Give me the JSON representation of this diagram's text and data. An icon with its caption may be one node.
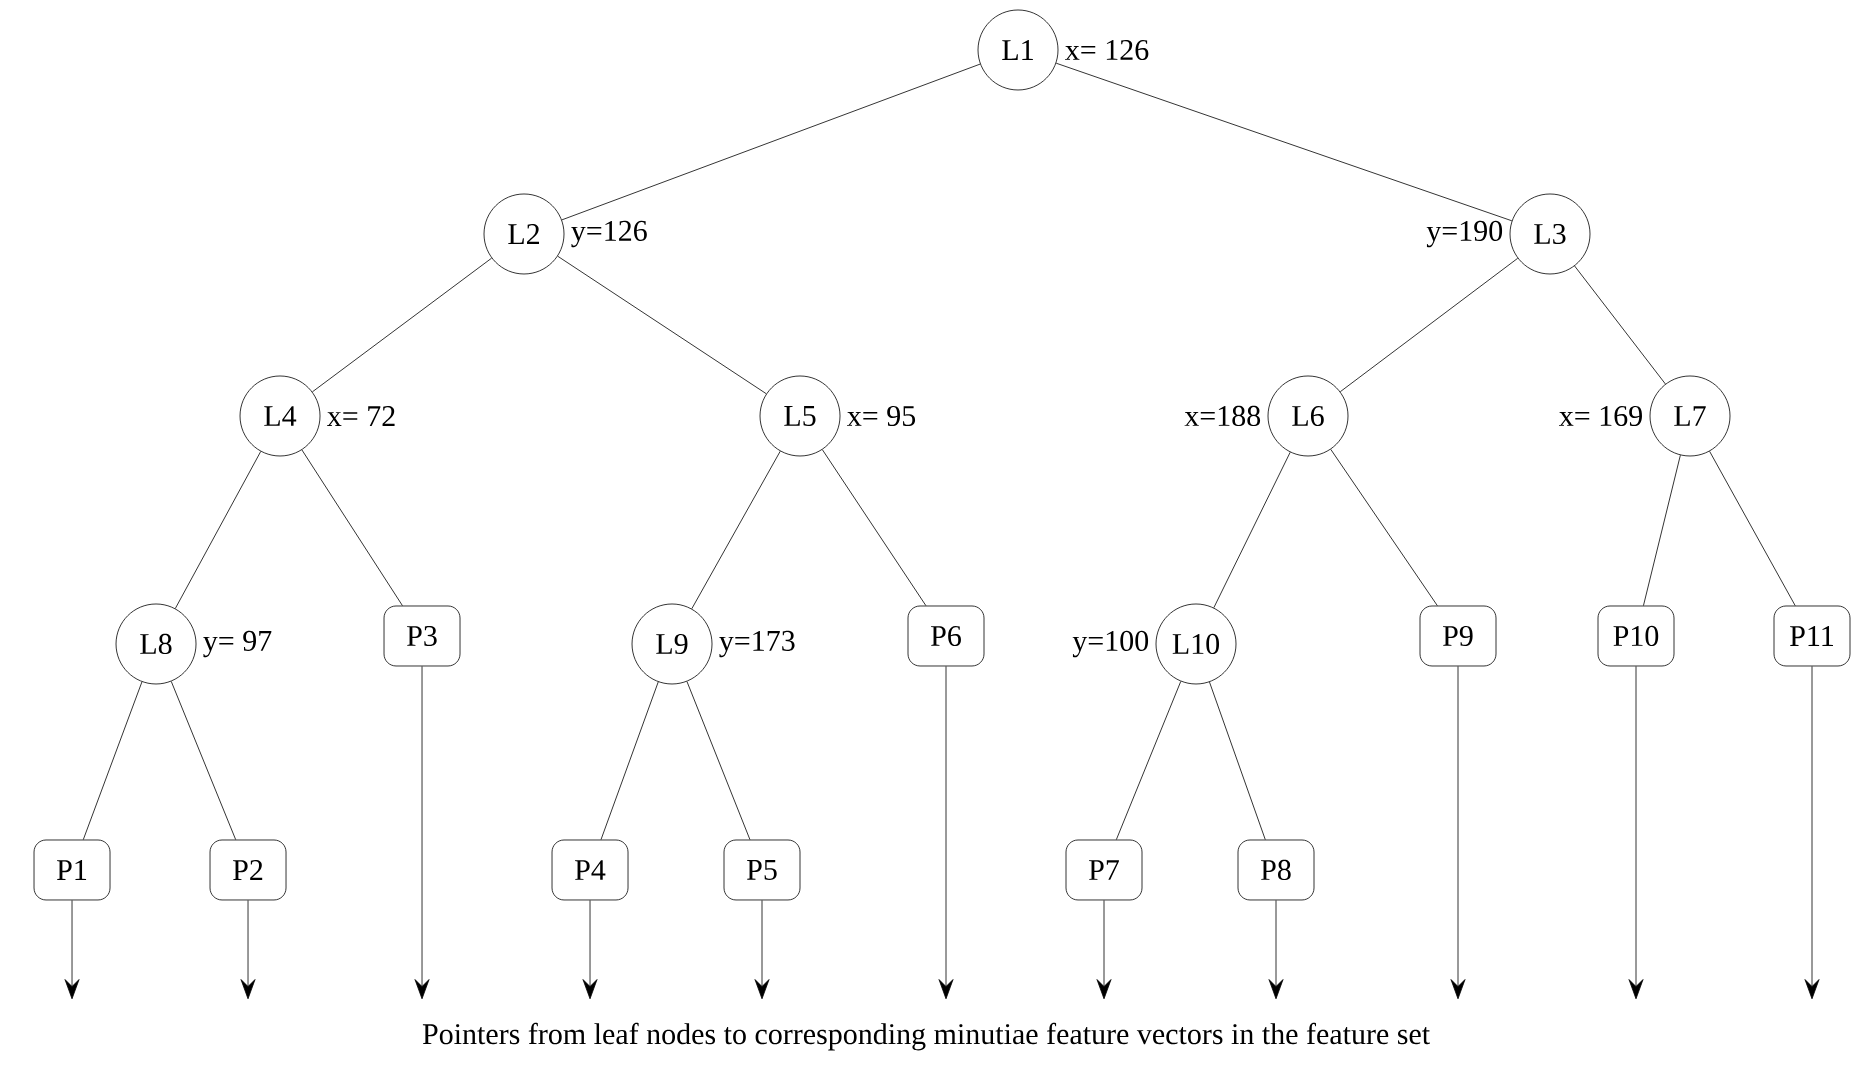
{
  "diagram": {
    "caption": "Pointers from leaf nodes to corresponding minutiae feature vectors in the feature set",
    "nodes": [
      {
        "text": [
          "L1"
        ],
        "beside": [
          "x= 126"
        ]
      },
      {
        "text": [
          "L2"
        ],
        "beside": [
          "y=126"
        ]
      },
      {
        "text": [
          "L3"
        ],
        "beside": [
          "y=190"
        ]
      },
      {
        "text": [
          "L4"
        ],
        "beside": [
          "x= 72"
        ]
      },
      {
        "text": [
          "L5"
        ],
        "beside": [
          "x= 95"
        ]
      },
      {
        "text": [
          "L6"
        ],
        "beside": [
          "x=188"
        ]
      },
      {
        "text": [
          "L7"
        ],
        "beside": [
          "x= 169"
        ]
      },
      {
        "text": [
          "L8"
        ],
        "beside": [
          "y= 97"
        ]
      },
      {
        "text": [
          "P3"
        ]
      },
      {
        "text": [
          "L9"
        ],
        "beside": [
          "y=173"
        ]
      },
      {
        "text": [
          "P6"
        ]
      },
      {
        "text": [
          "L10"
        ],
        "beside": [
          "y=100"
        ]
      },
      {
        "text": [
          "P9"
        ]
      },
      {
        "text": [
          "P10"
        ]
      },
      {
        "text": [
          "P11"
        ]
      },
      {
        "text": [
          "P1"
        ]
      },
      {
        "text": [
          "P2"
        ]
      },
      {
        "text": [
          "P4"
        ]
      },
      {
        "text": [
          "P5"
        ]
      },
      {
        "text": [
          "P7"
        ]
      },
      {
        "text": [
          "P8"
        ]
      }
    ],
    "edges": [
      {
        "from": 0,
        "to": 1,
        "arrow": "none"
      },
      {
        "from": 0,
        "to": 2,
        "arrow": "none"
      },
      {
        "from": 1,
        "to": 3,
        "arrow": "none"
      },
      {
        "from": 1,
        "to": 4,
        "arrow": "none"
      },
      {
        "from": 2,
        "to": 5,
        "arrow": "none"
      },
      {
        "from": 2,
        "to": 6,
        "arrow": "none"
      },
      {
        "from": 3,
        "to": 7,
        "arrow": "none"
      },
      {
        "from": 3,
        "to": 8,
        "arrow": "none"
      },
      {
        "from": 4,
        "to": 9,
        "arrow": "none"
      },
      {
        "from": 4,
        "to": 10,
        "arrow": "none"
      },
      {
        "from": 5,
        "to": 11,
        "arrow": "none"
      },
      {
        "from": 5,
        "to": 12,
        "arrow": "none"
      },
      {
        "from": 6,
        "to": 13,
        "arrow": "none"
      },
      {
        "from": 6,
        "to": 14,
        "arrow": "none"
      },
      {
        "from": 7,
        "to": 15,
        "arrow": "none"
      },
      {
        "from": 7,
        "to": 16,
        "arrow": "none"
      },
      {
        "from": 9,
        "to": 17,
        "arrow": "none"
      },
      {
        "from": 9,
        "to": 18,
        "arrow": "none"
      },
      {
        "from": 11,
        "to": 19,
        "arrow": "none"
      },
      {
        "from": 11,
        "to": 20,
        "arrow": "none"
      },
      {
        "from": 15,
        "to": null,
        "arrow": "to"
      },
      {
        "from": 16,
        "to": null,
        "arrow": "to"
      },
      {
        "from": 8,
        "to": null,
        "arrow": "to"
      },
      {
        "from": 17,
        "to": null,
        "arrow": "to"
      },
      {
        "from": 18,
        "to": null,
        "arrow": "to"
      },
      {
        "from": 10,
        "to": null,
        "arrow": "to"
      },
      {
        "from": 19,
        "to": null,
        "arrow": "to"
      },
      {
        "from": 20,
        "to": null,
        "arrow": "to"
      },
      {
        "from": 12,
        "to": null,
        "arrow": "to"
      },
      {
        "from": 13,
        "to": null,
        "arrow": "to"
      },
      {
        "from": 14,
        "to": null,
        "arrow": "to"
      }
    ]
  }
}
